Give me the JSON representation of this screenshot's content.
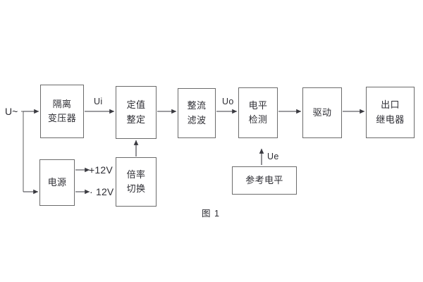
{
  "figure": {
    "caption": "图 1",
    "stroke_color": "#6b6b6b",
    "text_color": "#2d2d33",
    "background": "#ffffff"
  },
  "input": {
    "source_label": "U~"
  },
  "blocks": [
    {
      "id": "isolation-transformer",
      "line1": "隔离",
      "line2": "变压器"
    },
    {
      "id": "setting-value",
      "line1": "定值",
      "line2": "整定"
    },
    {
      "id": "rectifier-filter",
      "line1": "整流",
      "line2": "滤波"
    },
    {
      "id": "level-detection",
      "line1": "电平",
      "line2": "检测"
    },
    {
      "id": "drive",
      "line1": "驱动",
      "line2": ""
    },
    {
      "id": "output-relay",
      "line1": "出口",
      "line2": "继电器"
    },
    {
      "id": "power-supply",
      "line1": "电源",
      "line2": ""
    },
    {
      "id": "multiplier-switch",
      "line1": "倍率",
      "line2": "切换"
    },
    {
      "id": "reference-level",
      "line1": "参考电平",
      "line2": ""
    }
  ],
  "signals": {
    "ui": "Ui",
    "uo": "Uo",
    "ue": "Ue"
  },
  "power_rails": [
    {
      "id": "rail-positive",
      "label": "+12V"
    },
    {
      "id": "rail-negative",
      "label": "· 12V"
    }
  ]
}
